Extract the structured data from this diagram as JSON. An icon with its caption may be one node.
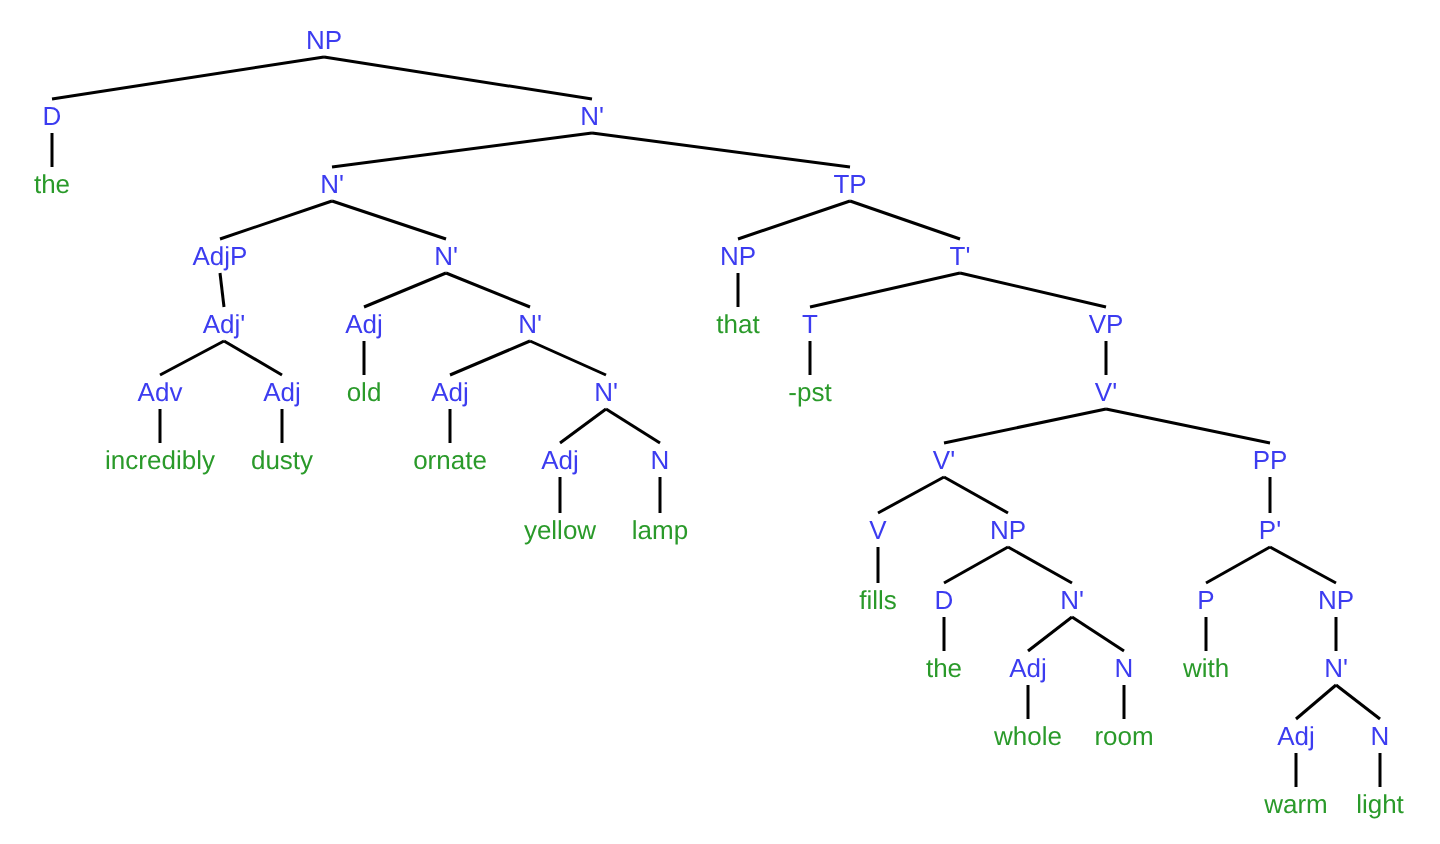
{
  "diagram": {
    "nodes": [
      {
        "text": [
          "NP"
        ]
      },
      {
        "text": [
          "D"
        ]
      },
      {
        "text": [
          "N'"
        ]
      },
      {
        "text": [
          "the"
        ]
      },
      {
        "text": [
          "N'"
        ]
      },
      {
        "text": [
          "TP"
        ]
      },
      {
        "text": [
          "AdjP"
        ]
      },
      {
        "text": [
          "N'"
        ]
      },
      {
        "text": [
          "NP"
        ]
      },
      {
        "text": [
          "T'"
        ]
      },
      {
        "text": [
          "Adj'"
        ]
      },
      {
        "text": [
          "Adj"
        ]
      },
      {
        "text": [
          "N'"
        ]
      },
      {
        "text": [
          "that"
        ]
      },
      {
        "text": [
          "T"
        ]
      },
      {
        "text": [
          "VP"
        ]
      },
      {
        "text": [
          "Adv"
        ]
      },
      {
        "text": [
          "Adj"
        ]
      },
      {
        "text": [
          "old"
        ]
      },
      {
        "text": [
          "Adj"
        ]
      },
      {
        "text": [
          "N'"
        ]
      },
      {
        "text": [
          "-pst"
        ]
      },
      {
        "text": [
          "V'"
        ]
      },
      {
        "text": [
          "incredibly"
        ]
      },
      {
        "text": [
          "dusty"
        ]
      },
      {
        "text": [
          "ornate"
        ]
      },
      {
        "text": [
          "Adj"
        ]
      },
      {
        "text": [
          "N"
        ]
      },
      {
        "text": [
          "V'"
        ]
      },
      {
        "text": [
          "PP"
        ]
      },
      {
        "text": [
          "yellow"
        ]
      },
      {
        "text": [
          "lamp"
        ]
      },
      {
        "text": [
          "V"
        ]
      },
      {
        "text": [
          "NP"
        ]
      },
      {
        "text": [
          "P'"
        ]
      },
      {
        "text": [
          "fills"
        ]
      },
      {
        "text": [
          "D"
        ]
      },
      {
        "text": [
          "N'"
        ]
      },
      {
        "text": [
          "P"
        ]
      },
      {
        "text": [
          "NP"
        ]
      },
      {
        "text": [
          "the"
        ]
      },
      {
        "text": [
          "Adj"
        ]
      },
      {
        "text": [
          "N"
        ]
      },
      {
        "text": [
          "with"
        ]
      },
      {
        "text": [
          "N'"
        ]
      },
      {
        "text": [
          "whole"
        ]
      },
      {
        "text": [
          "room"
        ]
      },
      {
        "text": [
          "Adj"
        ]
      },
      {
        "text": [
          "N"
        ]
      },
      {
        "text": [
          "warm"
        ]
      },
      {
        "text": [
          "light"
        ]
      }
    ],
    "edges": [
      {
        "from": 0,
        "to": 1,
        "arrow": "none"
      },
      {
        "from": 0,
        "to": 2,
        "arrow": "none"
      },
      {
        "from": 1,
        "to": 3,
        "arrow": "none"
      },
      {
        "from": 2,
        "to": 4,
        "arrow": "none"
      },
      {
        "from": 2,
        "to": 5,
        "arrow": "none"
      },
      {
        "from": 4,
        "to": 6,
        "arrow": "none"
      },
      {
        "from": 4,
        "to": 7,
        "arrow": "none"
      },
      {
        "from": 5,
        "to": 8,
        "arrow": "none"
      },
      {
        "from": 5,
        "to": 9,
        "arrow": "none"
      },
      {
        "from": 6,
        "to": 10,
        "arrow": "none"
      },
      {
        "from": 7,
        "to": 11,
        "arrow": "none"
      },
      {
        "from": 7,
        "to": 12,
        "arrow": "none"
      },
      {
        "from": 8,
        "to": 13,
        "arrow": "none"
      },
      {
        "from": 9,
        "to": 14,
        "arrow": "none"
      },
      {
        "from": 9,
        "to": 15,
        "arrow": "none"
      },
      {
        "from": 10,
        "to": 16,
        "arrow": "none"
      },
      {
        "from": 10,
        "to": 17,
        "arrow": "none"
      },
      {
        "from": 11,
        "to": 18,
        "arrow": "none"
      },
      {
        "from": 12,
        "to": 19,
        "arrow": "none"
      },
      {
        "from": 12,
        "to": 20,
        "arrow": "none"
      },
      {
        "from": 14,
        "to": 21,
        "arrow": "none"
      },
      {
        "from": 15,
        "to": 22,
        "arrow": "none"
      },
      {
        "from": 16,
        "to": 23,
        "arrow": "none"
      },
      {
        "from": 17,
        "to": 24,
        "arrow": "none"
      },
      {
        "from": 19,
        "to": 25,
        "arrow": "none"
      },
      {
        "from": 20,
        "to": 26,
        "arrow": "none"
      },
      {
        "from": 20,
        "to": 27,
        "arrow": "none"
      },
      {
        "from": 22,
        "to": 28,
        "arrow": "none"
      },
      {
        "from": 22,
        "to": 29,
        "arrow": "none"
      },
      {
        "from": 26,
        "to": 30,
        "arrow": "none"
      },
      {
        "from": 27,
        "to": 31,
        "arrow": "none"
      },
      {
        "from": 28,
        "to": 32,
        "arrow": "none"
      },
      {
        "from": 28,
        "to": 33,
        "arrow": "none"
      },
      {
        "from": 29,
        "to": 34,
        "arrow": "none"
      },
      {
        "from": 32,
        "to": 35,
        "arrow": "none"
      },
      {
        "from": 33,
        "to": 36,
        "arrow": "none"
      },
      {
        "from": 33,
        "to": 37,
        "arrow": "none"
      },
      {
        "from": 34,
        "to": 38,
        "arrow": "none"
      },
      {
        "from": 34,
        "to": 39,
        "arrow": "none"
      },
      {
        "from": 36,
        "to": 40,
        "arrow": "none"
      },
      {
        "from": 37,
        "to": 41,
        "arrow": "none"
      },
      {
        "from": 37,
        "to": 42,
        "arrow": "none"
      },
      {
        "from": 38,
        "to": 43,
        "arrow": "none"
      },
      {
        "from": 39,
        "to": 44,
        "arrow": "none"
      },
      {
        "from": 41,
        "to": 45,
        "arrow": "none"
      },
      {
        "from": 42,
        "to": 46,
        "arrow": "none"
      },
      {
        "from": 44,
        "to": 47,
        "arrow": "none"
      },
      {
        "from": 44,
        "to": 48,
        "arrow": "none"
      },
      {
        "from": 47,
        "to": 49,
        "arrow": "none"
      },
      {
        "from": 48,
        "to": 50,
        "arrow": "none"
      }
    ]
  }
}
